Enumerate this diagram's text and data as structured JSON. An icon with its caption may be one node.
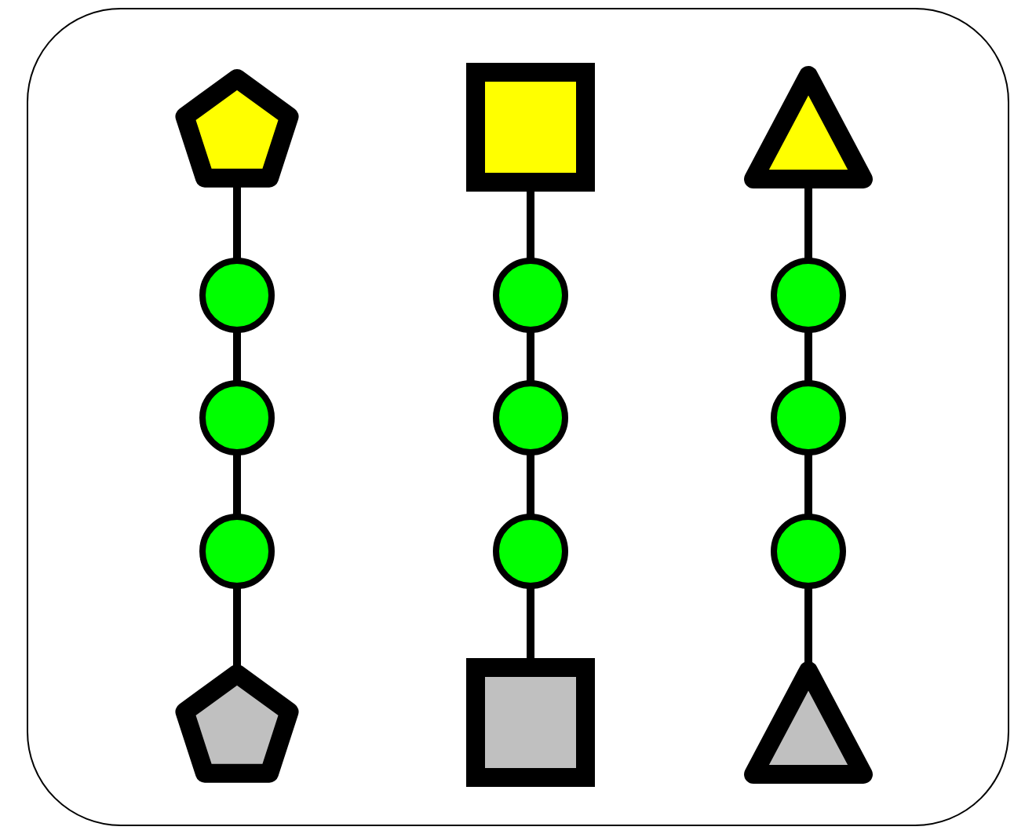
{
  "diagram": {
    "nodes": [
      {
        "text": [],
        "shape": "box"
      },
      {
        "text": [],
        "shape": "pentagon",
        "in": 0
      },
      {
        "text": [],
        "shape": "circle",
        "in": 0
      },
      {
        "text": [],
        "shape": "circle",
        "in": 0
      },
      {
        "text": [],
        "shape": "circle",
        "in": 0
      },
      {
        "text": [],
        "shape": "pentagon",
        "in": 0
      },
      {
        "text": [],
        "shape": "square",
        "in": 0
      },
      {
        "text": [],
        "shape": "circle",
        "in": 0
      },
      {
        "text": [],
        "shape": "circle",
        "in": 0
      },
      {
        "text": [],
        "shape": "circle",
        "in": 0
      },
      {
        "text": [],
        "shape": "square",
        "in": 0
      },
      {
        "text": [],
        "shape": "triangle",
        "in": 0
      },
      {
        "text": [],
        "shape": "circle",
        "in": 0
      },
      {
        "text": [],
        "shape": "circle",
        "in": 0
      },
      {
        "text": [],
        "shape": "circle",
        "in": 0
      },
      {
        "text": [],
        "shape": "triangle",
        "in": 0
      }
    ],
    "edges": [
      {
        "from": 1,
        "to": 2,
        "arrow": "none"
      },
      {
        "from": 2,
        "to": 3,
        "arrow": "none"
      },
      {
        "from": 3,
        "to": 4,
        "arrow": "none"
      },
      {
        "from": 4,
        "to": 5,
        "arrow": "none"
      },
      {
        "from": 6,
        "to": 7,
        "arrow": "none"
      },
      {
        "from": 7,
        "to": 8,
        "arrow": "none"
      },
      {
        "from": 8,
        "to": 9,
        "arrow": "none"
      },
      {
        "from": 9,
        "to": 10,
        "arrow": "none"
      },
      {
        "from": 11,
        "to": 12,
        "arrow": "none"
      },
      {
        "from": 12,
        "to": 13,
        "arrow": "none"
      },
      {
        "from": 13,
        "to": 14,
        "arrow": "none"
      },
      {
        "from": 14,
        "to": 15,
        "arrow": "none"
      }
    ]
  }
}
